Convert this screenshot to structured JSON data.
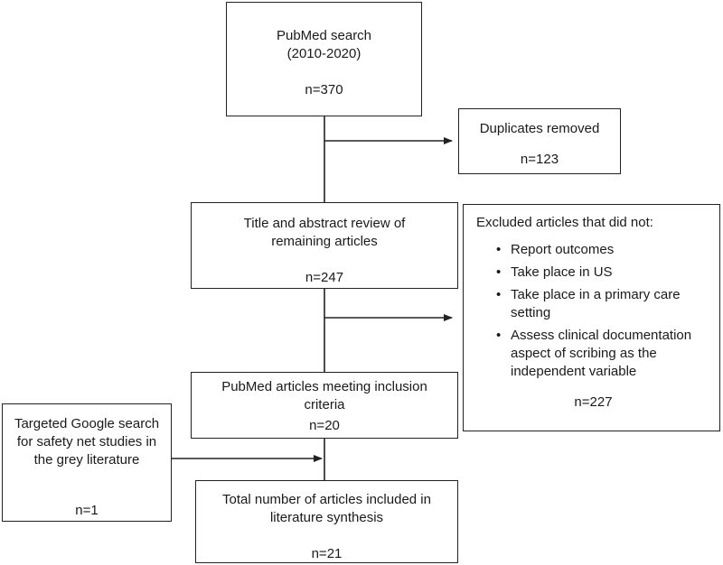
{
  "boxes": {
    "pubmed_search": {
      "line1": "PubMed search",
      "line2": "(2010-2020)",
      "count": "n=370"
    },
    "duplicates": {
      "line1": "Duplicates removed",
      "count": "n=123"
    },
    "title_review": {
      "line1": "Title and abstract review of",
      "line2": "remaining articles",
      "count": "n=247"
    },
    "excluded": {
      "heading": "Excluded articles that did not:",
      "bullets": [
        {
          "line1": "Report outcomes"
        },
        {
          "line1": "Take place in US"
        },
        {
          "line1": "Take place in a primary care",
          "line2": "setting"
        },
        {
          "line1": "Assess clinical documentation",
          "line2": "aspect of scribing as the",
          "line3": "independent variable"
        }
      ],
      "count": "n=227"
    },
    "meeting_criteria": {
      "line1": "PubMed articles meeting inclusion",
      "line2": "criteria",
      "count": "n=20"
    },
    "google_search": {
      "line1": "Targeted Google search",
      "line2": "for safety net studies in",
      "line3": "the grey literature",
      "count": "n=1"
    },
    "total": {
      "line1": "Total number of articles included in",
      "line2": "literature synthesis",
      "count": "n=21"
    }
  }
}
